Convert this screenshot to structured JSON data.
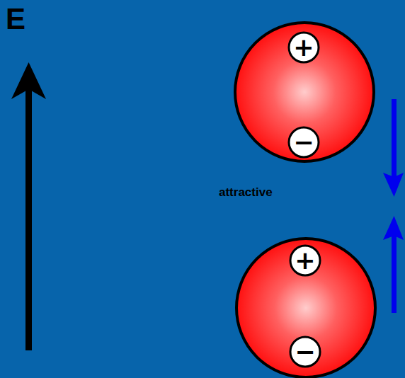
{
  "diagram": {
    "nodes": [
      {
        "text": [
          "+",
          "−"
        ]
      },
      {
        "text": [
          "+",
          "−"
        ]
      }
    ],
    "labels": [
      "E",
      "attractive"
    ]
  }
}
